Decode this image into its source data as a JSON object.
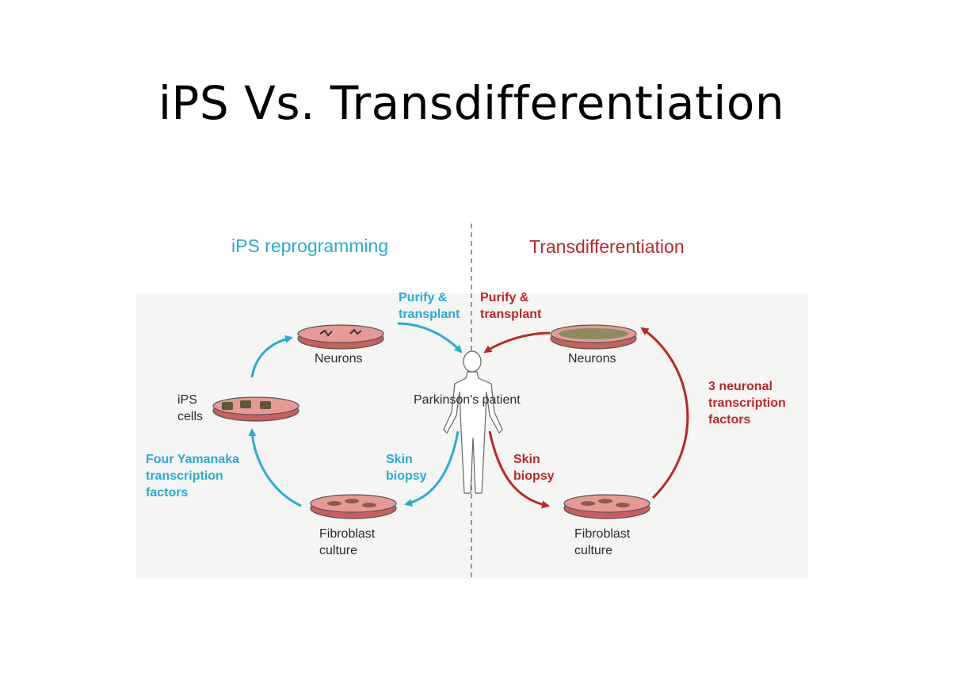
{
  "slide": {
    "title": "iPS Vs. Transdifferentiation"
  },
  "diagram": {
    "left_heading": "iPS reprogramming",
    "right_heading": "Transdifferentiation",
    "left": {
      "purify": "Purify &\ntransplant",
      "neurons": "Neurons",
      "ips_cells": "iPS\ncells",
      "factors": "Four Yamanaka\ntranscription\nfactors",
      "skin_biopsy": "Skin\nbiopsy",
      "fibroblast": "Fibroblast\nculture"
    },
    "center": {
      "patient": "Parkinson's patient"
    },
    "right": {
      "purify": "Purify &\ntransplant",
      "neurons": "Neurons",
      "factors": "3 neuronal\ntranscription\nfactors",
      "skin_biopsy": "Skin\nbiopsy",
      "fibroblast": "Fibroblast\nculture"
    },
    "colors": {
      "ips": "#29abd6",
      "trans": "#b8282c",
      "dish": "#c9605c"
    }
  }
}
